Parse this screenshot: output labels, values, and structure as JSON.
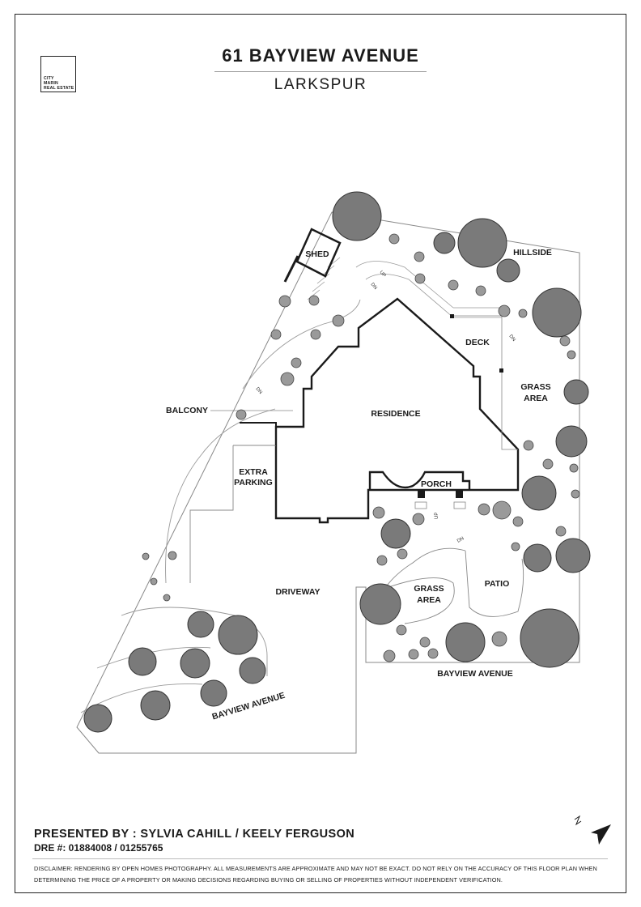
{
  "header": {
    "logo_lines": [
      "CITY",
      "MARIN",
      "REAL ESTATE"
    ],
    "title": "61 BAYVIEW AVENUE",
    "subtitle": "LARKSPUR"
  },
  "plan": {
    "labels": {
      "shed": "SHED",
      "hillside": "HILLSIDE",
      "deck": "DECK",
      "grass_area_1_line1": "GRASS",
      "grass_area_1_line2": "AREA",
      "balcony": "BALCONY",
      "residence": "RESIDENCE",
      "extra_parking_line1": "EXTRA",
      "extra_parking_line2": "PARKING",
      "porch": "PORCH",
      "driveway": "DRIVEWAY",
      "grass_area_2_line1": "GRASS",
      "grass_area_2_line2": "AREA",
      "patio": "PATIO",
      "street_right": "BAYVIEW AVENUE",
      "street_left": "BAYVIEW AVENUE"
    },
    "stair_marks": {
      "up": "UP",
      "dn": "DN"
    }
  },
  "footer": {
    "presented_by": "PRESENTED BY : SYLVIA CAHILL / KEELY FERGUSON",
    "dre": "DRE #: 01884008 / 01255765",
    "disclaimer": "DISCLAIMER: RENDERING BY OPEN HOMES PHOTOGRAPHY. ALL MEASUREMENTS ARE APPROXIMATE AND MAY NOT BE EXACT. DO NOT RELY ON THE ACCURACY OF THIS FLOOR PLAN WHEN DETERMINING THE PRICE OF A PROPERTY OR MAKING DECISIONS REGARDING BUYING OR SELLING OF PROPERTIES WITHOUT INDEPENDENT VERIFICATION."
  },
  "colors": {
    "ink": "#1a1a1a",
    "tree_fill": "#7a7a7a",
    "tree_dark": "#444444",
    "line_light": "#888888"
  },
  "icons": [
    "north-arrow-icon",
    "tree-icon",
    "shrub-icon"
  ]
}
